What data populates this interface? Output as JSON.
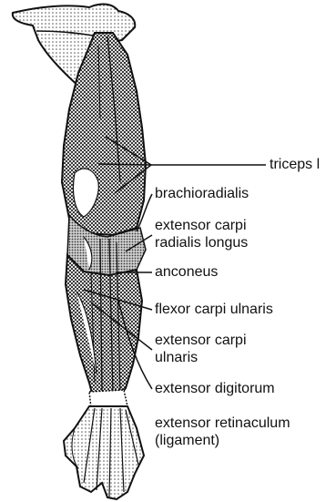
{
  "labels": {
    "triceps": "triceps l",
    "brachioradialis": "brachioradialis",
    "extensor_carpi_radialis_longus": [
      "extensor carpi",
      "radialis longus"
    ],
    "anconeus": "anconeus",
    "flexor_carpi_ulnaris": "flexor carpi ulnaris",
    "extensor_carpi_ulnaris": [
      "extensor carpi",
      "ulnaris"
    ],
    "extensor_digitorum": "extensor digitorum",
    "extensor_retinaculum": [
      "extensor retinaculum",
      "(ligament)"
    ]
  },
  "colors": {
    "ink": "#111111",
    "stipple_dark": "#3a3a3a",
    "stipple_light": "#9a9a9a",
    "background": "#ffffff"
  }
}
